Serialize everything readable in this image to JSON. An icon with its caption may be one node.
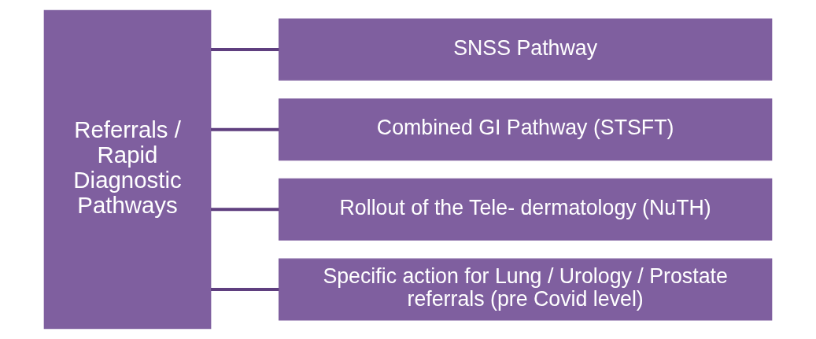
{
  "diagram": {
    "nodes": [
      {
        "text": [
          "Referrals / Rapid Diagnostic Pathways"
        ]
      },
      {
        "text": [
          "SNSS Pathway"
        ]
      },
      {
        "text": [
          "Combined GI Pathway (STSFT)"
        ]
      },
      {
        "text": [
          "Rollout of the Tele- dermatology (NuTH)"
        ]
      },
      {
        "text": [
          "Specific action for Lung / Urology / Prostate referrals (pre Covid level)"
        ]
      }
    ],
    "edges": [
      {
        "from": 0,
        "to": 1,
        "arrow": "none"
      },
      {
        "from": 0,
        "to": 2,
        "arrow": "none"
      },
      {
        "from": 0,
        "to": 3,
        "arrow": "none"
      },
      {
        "from": 0,
        "to": 4,
        "arrow": "none"
      }
    ]
  }
}
